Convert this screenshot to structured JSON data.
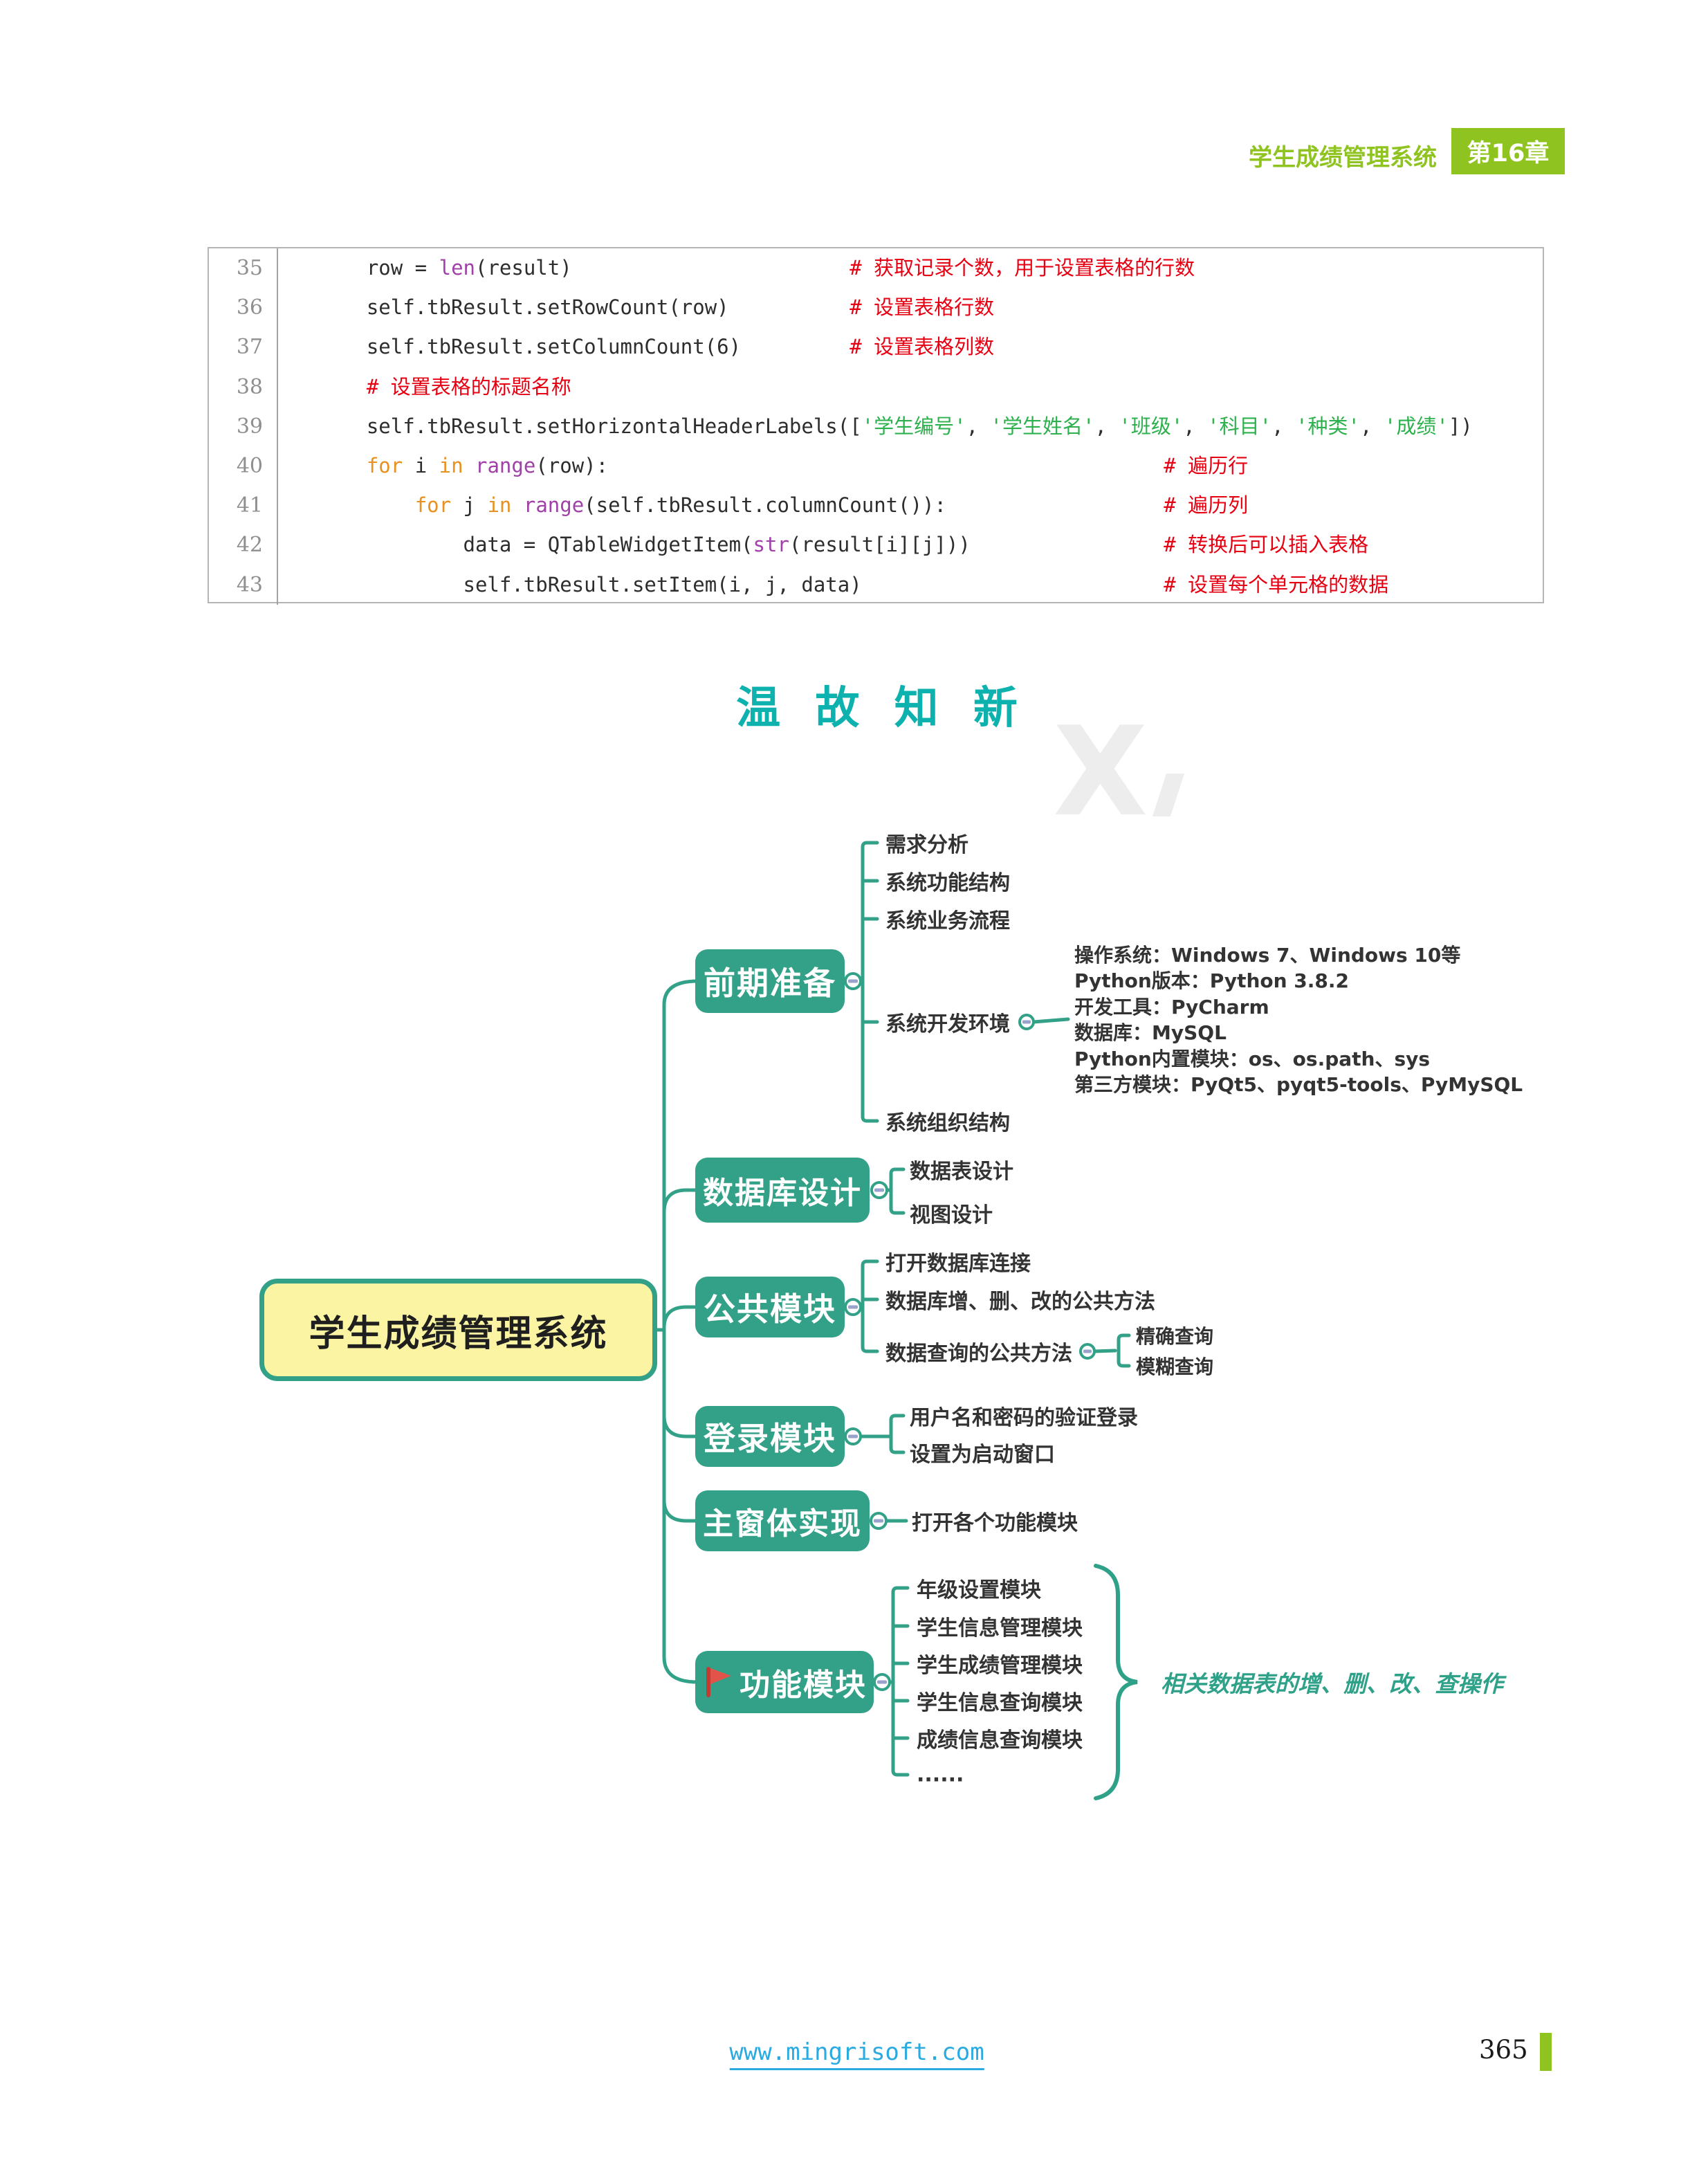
{
  "header": {
    "book_title": "学生成绩管理系统",
    "chapter_badge": "第16章"
  },
  "code_block": {
    "lines": [
      {
        "no": "35",
        "segs": [
          {
            "t": "    row = ",
            "c": "p"
          },
          {
            "t": "len",
            "c": "f"
          },
          {
            "t": "(result)",
            "c": "p"
          },
          {
            "t": "                       ",
            "c": "p"
          },
          {
            "t": "# 获取记录个数，用于设置表格的行数",
            "c": "c"
          }
        ]
      },
      {
        "no": "36",
        "segs": [
          {
            "t": "    self.tbResult.setRowCount(row)",
            "c": "p"
          },
          {
            "t": "          ",
            "c": "p"
          },
          {
            "t": "# 设置表格行数",
            "c": "c"
          }
        ]
      },
      {
        "no": "37",
        "segs": [
          {
            "t": "    self.tbResult.setColumnCount(6)",
            "c": "p"
          },
          {
            "t": "         ",
            "c": "p"
          },
          {
            "t": "# 设置表格列数",
            "c": "c"
          }
        ]
      },
      {
        "no": "38",
        "segs": [
          {
            "t": "    ",
            "c": "p"
          },
          {
            "t": "# 设置表格的标题名称",
            "c": "c"
          }
        ]
      },
      {
        "no": "39",
        "segs": [
          {
            "t": "    self.tbResult.setHorizontalHeaderLabels([",
            "c": "p"
          },
          {
            "t": "'学生编号'",
            "c": "s"
          },
          {
            "t": ", ",
            "c": "p"
          },
          {
            "t": "'学生姓名'",
            "c": "s"
          },
          {
            "t": ", ",
            "c": "p"
          },
          {
            "t": "'班级'",
            "c": "s"
          },
          {
            "t": ", ",
            "c": "p"
          },
          {
            "t": "'科目'",
            "c": "s"
          },
          {
            "t": ", ",
            "c": "p"
          },
          {
            "t": "'种类'",
            "c": "s"
          },
          {
            "t": ", ",
            "c": "p"
          },
          {
            "t": "'成绩'",
            "c": "s"
          },
          {
            "t": "])",
            "c": "p"
          }
        ]
      },
      {
        "no": "40",
        "segs": [
          {
            "t": "    ",
            "c": "p"
          },
          {
            "t": "for",
            "c": "k"
          },
          {
            "t": " i ",
            "c": "p"
          },
          {
            "t": "in",
            "c": "k"
          },
          {
            "t": " ",
            "c": "p"
          },
          {
            "t": "range",
            "c": "f"
          },
          {
            "t": "(row):",
            "c": "p"
          },
          {
            "t": "                                              ",
            "c": "p"
          },
          {
            "t": "# 遍历行",
            "c": "c"
          }
        ]
      },
      {
        "no": "41",
        "segs": [
          {
            "t": "        ",
            "c": "p"
          },
          {
            "t": "for",
            "c": "k"
          },
          {
            "t": " j ",
            "c": "p"
          },
          {
            "t": "in",
            "c": "k"
          },
          {
            "t": " ",
            "c": "p"
          },
          {
            "t": "range",
            "c": "f"
          },
          {
            "t": "(self.tbResult.columnCount()):",
            "c": "p"
          },
          {
            "t": "                  ",
            "c": "p"
          },
          {
            "t": "# 遍历列",
            "c": "c"
          }
        ]
      },
      {
        "no": "42",
        "segs": [
          {
            "t": "            data = QTableWidgetItem(",
            "c": "p"
          },
          {
            "t": "str",
            "c": "f"
          },
          {
            "t": "(result[i][j]))",
            "c": "p"
          },
          {
            "t": "                ",
            "c": "p"
          },
          {
            "t": "# 转换后可以插入表格",
            "c": "c"
          }
        ]
      },
      {
        "no": "43",
        "segs": [
          {
            "t": "            self.tbResult.setItem(i, j, data)",
            "c": "p"
          },
          {
            "t": "                         ",
            "c": "p"
          },
          {
            "t": "# 设置每个单元格的数据",
            "c": "c"
          }
        ]
      }
    ]
  },
  "section_title": "温 故 知 新",
  "mindmap": {
    "root_label": "学生成绩管理系统",
    "branches": [
      {
        "label": "前期准备",
        "children": [
          "需求分析",
          "系统功能结构",
          "系统业务流程",
          "系统开发环境",
          "系统组织结构"
        ]
      },
      {
        "label": "数据库设计",
        "children": [
          "数据表设计",
          "视图设计"
        ]
      },
      {
        "label": "公共模块",
        "children": [
          "打开数据库连接",
          "数据库增、删、改的公共方法",
          "数据查询的公共方法"
        ],
        "query_children": [
          "精确查询",
          "模糊查询"
        ]
      },
      {
        "label": "登录模块",
        "children": [
          "用户名和密码的验证登录",
          "设置为启动窗口"
        ]
      },
      {
        "label": "主窗体实现",
        "children": [
          "打开各个功能模块"
        ]
      },
      {
        "label": "功能模块",
        "children": [
          "年级设置模块",
          "学生信息管理模块",
          "学生成绩管理模块",
          "学生信息查询模块",
          "成绩信息查询模块",
          "......"
        ]
      }
    ],
    "env_details": [
      "操作系统：Windows 7、Windows 10等",
      "Python版本：Python 3.8.2",
      "开发工具：PyCharm",
      "数据库：MySQL",
      "Python内置模块：os、os.path、sys",
      "第三方模块：PyQt5、pyqt5-tools、PyMySQL"
    ],
    "annotation": "相关数据表的增、删、改、查操作"
  },
  "footer": {
    "url": "www.mingrisoft.com",
    "page_number": "365"
  },
  "colors": {
    "teal": "#32a188",
    "title_teal": "#0db1ad",
    "header_green": "#8fc31f",
    "root_yellow": "#fbf5a3",
    "comment_red": "#e60012",
    "string_green": "#2cb14c",
    "keyword_orange": "#e89020",
    "builtin_purple": "#a040a8",
    "url_blue": "#29abe2",
    "flag_red": "#e25449"
  }
}
